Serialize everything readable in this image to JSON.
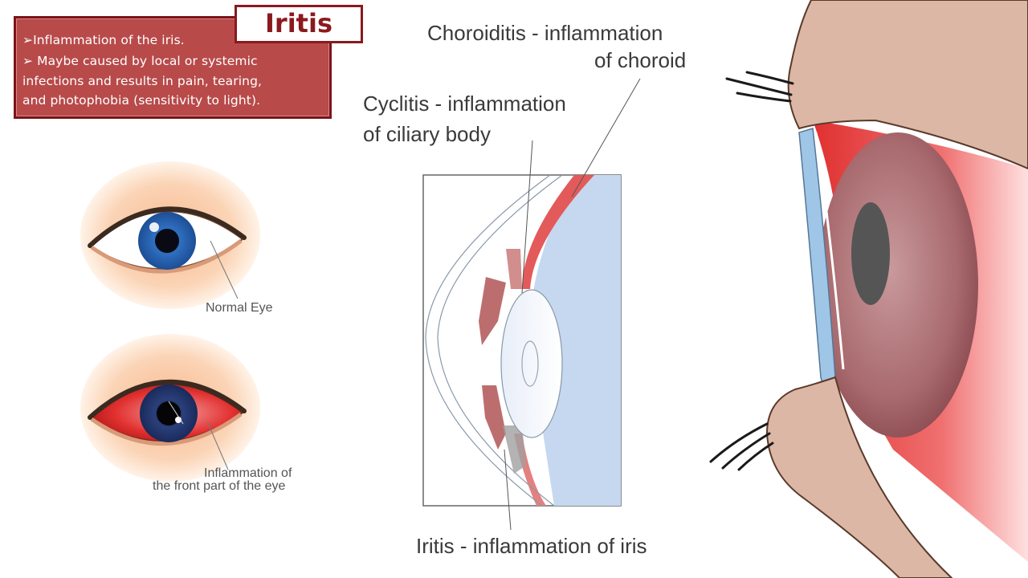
{
  "slide": {
    "title": "Iritis",
    "bullets": [
      "➢Inflammation of the iris.",
      "➢ Maybe caused by local or systemic",
      "infections and results in pain, tearing,",
      "and photophobia (sensitivity to light)."
    ]
  },
  "diagram": {
    "labels": {
      "choroiditis_line1": "Choroiditis - inflammation",
      "choroiditis_line2": "of choroid",
      "cyclitis_line1": "Cyclitis - inflammation",
      "cyclitis_line2": "of ciliary body",
      "iritis": "Iritis - inflammation of iris",
      "normal_eye": "Normal Eye",
      "inflamed_line1": "Inflammation of",
      "inflamed_line2": "the front part of the eye"
    }
  },
  "colors": {
    "title_red": "#8a1a1e",
    "box_red": "#b84a4a",
    "iris_blue": "#2f6fc0",
    "inflamed_red": "#e23030",
    "choroid_red": "#e05050",
    "skin": "#dcb7a6"
  }
}
